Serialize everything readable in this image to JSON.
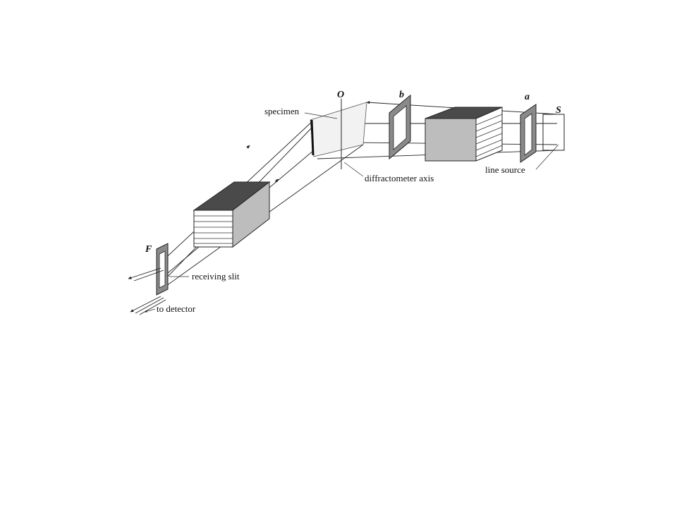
{
  "diagram": {
    "labels": {
      "specimen": "specimen",
      "o": "O",
      "b": "b",
      "a": "a",
      "s": "S",
      "diffractometer_axis": "diffractometer axis",
      "line_source": "line source",
      "f": "F",
      "receiving_slit": "receiving slit",
      "to_detector": "to detector"
    },
    "colors": {
      "box_top": "#4a4a4a",
      "box_side": "#bdbdbd",
      "box_front": "#ffffff",
      "slit_frame": "#8a8a8a"
    }
  }
}
